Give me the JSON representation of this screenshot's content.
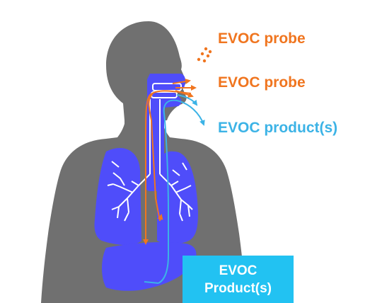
{
  "labels": {
    "probe_top": "EVOC probe",
    "probe_mouth": "EVOC probe",
    "product_breath": "EVOC product(s)",
    "product_box_line1": "EVOC",
    "product_box_line2": "Product(s)"
  },
  "colors": {
    "probe": "#f0751f",
    "product": "#3cb3e6",
    "organ": "#4f4dfa",
    "body": "#707070",
    "box": "#22c2f2",
    "airway": "#ffffff"
  },
  "icons": [
    "evoc-molecule-dots-icon"
  ]
}
